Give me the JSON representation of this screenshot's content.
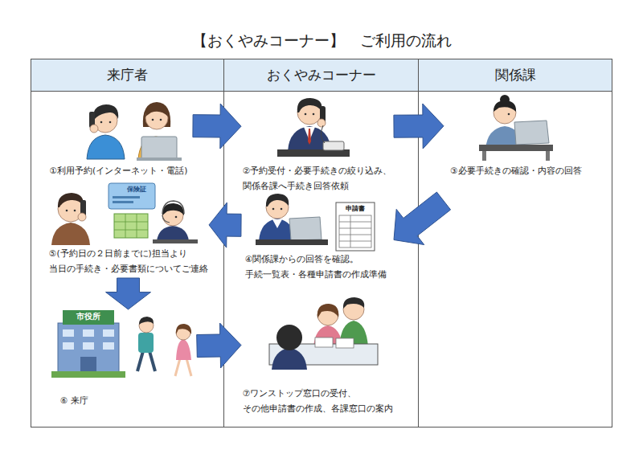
{
  "diagram": {
    "title": "【おくやみコーナー】　ご利用の流れ",
    "nodes": [
      {
        "text": [
          "来庁者"
        ]
      },
      {
        "text": [
          "おくやみコーナー"
        ]
      },
      {
        "text": [
          "関係課"
        ]
      },
      {
        "text": [
          "①利用予約(インターネット・電話)"
        ],
        "in": 0
      },
      {
        "text": [
          "②予約受付・必要手続きの絞り込み、 関係各課へ手続き回答依頼"
        ],
        "in": 1
      },
      {
        "text": [
          "③必要手続きの確認・内容の回答"
        ],
        "in": 2
      },
      {
        "text": [
          "④関係課からの回答を確認。 手続一覧表・各種申請書の作成準備"
        ],
        "in": 1
      },
      {
        "text": [
          "⑤(予約日の２日前までに)担当より 当日の手続き・必要書類についてご連絡"
        ],
        "in": 0
      },
      {
        "text": [
          "⑥ 来庁"
        ],
        "in": 0
      },
      {
        "text": [
          "⑦ワンストップ窓口の受付、 その他申請書の作成、各課窓口の案内"
        ],
        "in": 1
      }
    ],
    "edges": [
      {
        "from": 3,
        "to": 4,
        "arrow": "to"
      },
      {
        "from": 4,
        "to": 5,
        "arrow": "to"
      },
      {
        "from": 5,
        "to": 6,
        "arrow": "to"
      },
      {
        "from": 6,
        "to": 7,
        "arrow": "to"
      },
      {
        "from": 7,
        "to": 8,
        "arrow": "to"
      },
      {
        "from": 8,
        "to": 9,
        "arrow": "to"
      }
    ],
    "labels": [
      "保険証",
      "申請書",
      "市役所"
    ]
  }
}
